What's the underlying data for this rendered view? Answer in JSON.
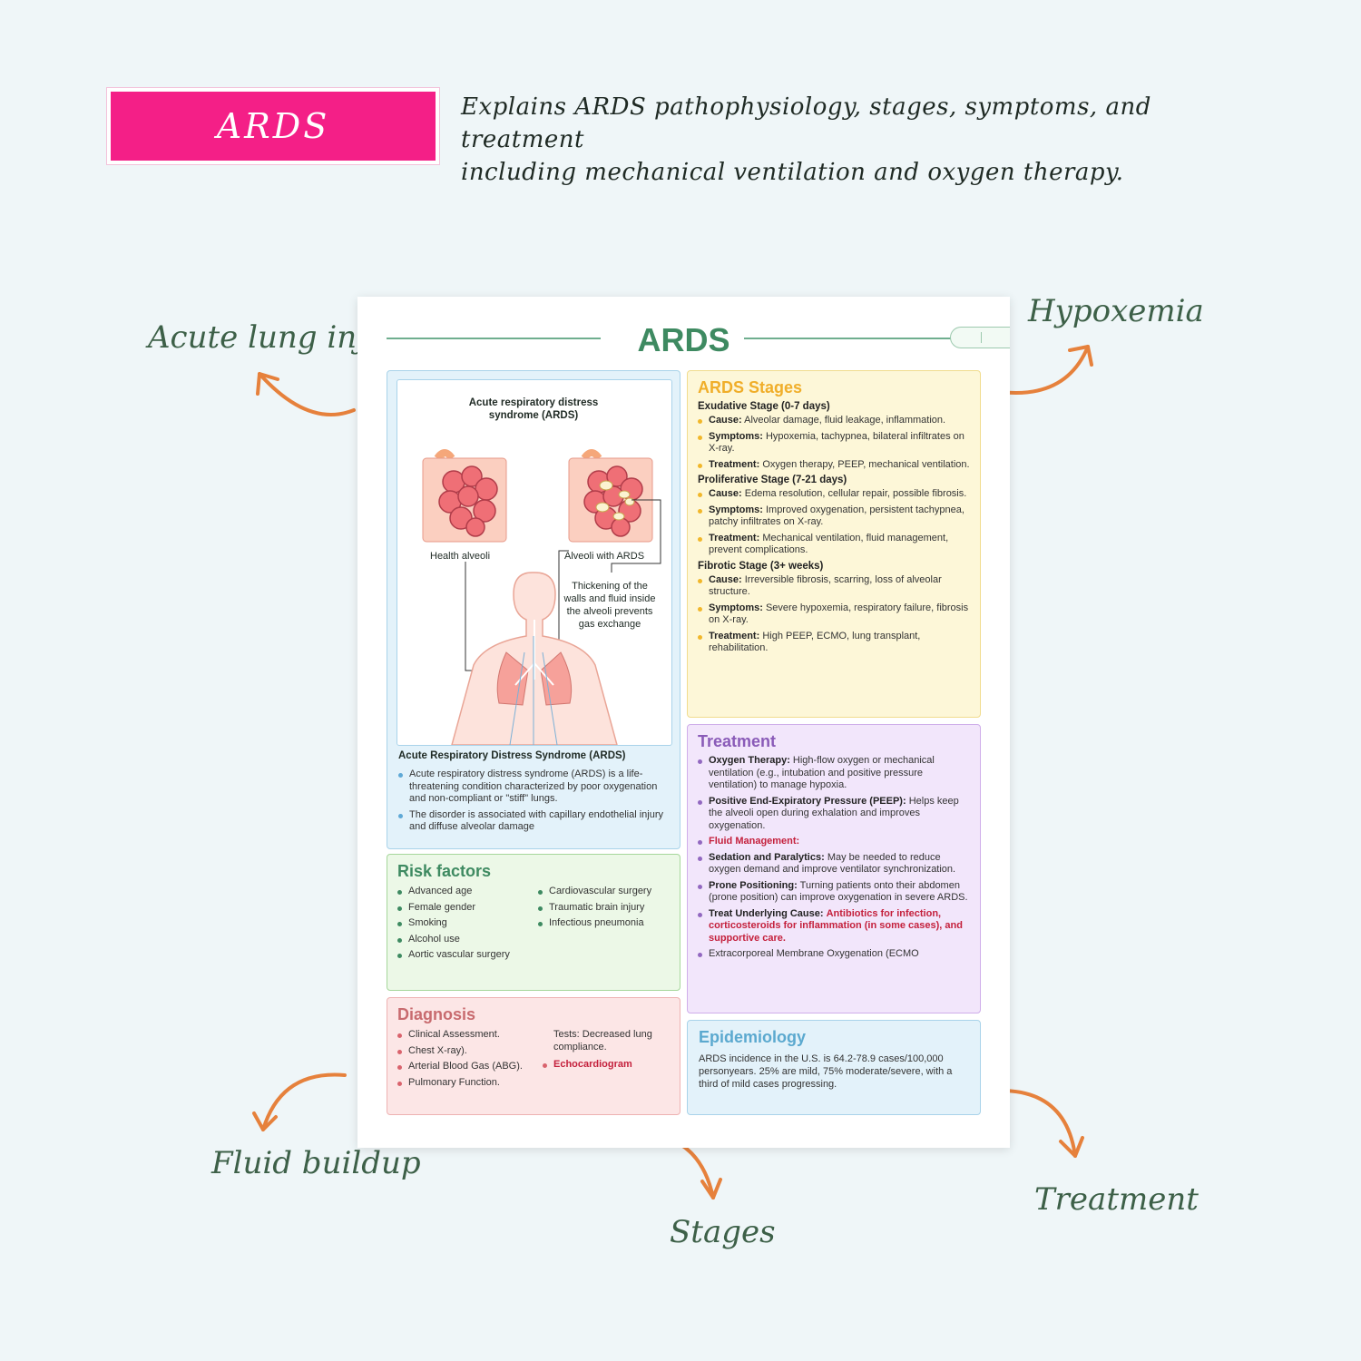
{
  "tag": {
    "label": "ARDS",
    "color": "#f41f87"
  },
  "intro": {
    "line1": "Explains ARDS pathophysiology, stages, symptoms, and treatment",
    "line2": "including mechanical ventilation and oxygen therapy."
  },
  "callouts": {
    "acute": "Acute lung injury",
    "hypoxemia": "Hypoxemia",
    "fluid": "Fluid buildup",
    "stages": "Stages",
    "treatment": "Treatment"
  },
  "colors": {
    "accent_orange": "#e6813c",
    "handwriting_green": "#3d6048",
    "title_green": "#3e8a61"
  },
  "sheet": {
    "title": "ARDS",
    "illustration": {
      "heading": "Acute respiratory distress syndrome (ARDS)",
      "healthy_label": "Health alveoli",
      "ards_label": "Alveoli with ARDS",
      "note": "Thickening of the walls and fluid inside the alveoli prevents gas exchange"
    },
    "overview": {
      "title": "Acute Respiratory Distress Syndrome (ARDS)",
      "items": [
        "Acute respiratory distress syndrome (ARDS) is a life-threatening condition characterized by poor oxygenation and non-compliant or \"stiff\" lungs.",
        "The disorder is associated with capillary endothelial injury and diffuse alveolar damage"
      ]
    },
    "risk": {
      "title": "Risk factors",
      "col1": [
        "Advanced age",
        "Female gender",
        "Smoking",
        "Alcohol use",
        "Aortic vascular surgery"
      ],
      "col2": [
        "Cardiovascular surgery",
        "Traumatic brain injury",
        "Infectious pneumonia"
      ]
    },
    "diagnosis": {
      "title": "Diagnosis",
      "col1": [
        "Clinical Assessment.",
        "Chest X-ray).",
        "Arterial Blood Gas (ABG).",
        "Pulmonary Function."
      ],
      "col2_text": "Tests: Decreased lung compliance.",
      "col2_item": "Echocardiogram"
    },
    "stages": {
      "title": "ARDS Stages",
      "exudative": {
        "title": "Exudative Stage (0-7 days)",
        "cause_l": "Cause:",
        "cause": "Alveolar damage, fluid leakage, inflammation.",
        "sym_l": "Symptoms:",
        "sym": "Hypoxemia, tachypnea, bilateral infiltrates on X-ray.",
        "tx_l": "Treatment:",
        "tx": "Oxygen therapy, PEEP, mechanical ventilation."
      },
      "proliferative": {
        "title": "Proliferative Stage (7-21 days)",
        "cause_l": "Cause:",
        "cause": "Edema resolution, cellular repair, possible fibrosis.",
        "sym_l": "Symptoms:",
        "sym": "Improved oxygenation, persistent tachypnea, patchy infiltrates on X-ray.",
        "tx_l": "Treatment:",
        "tx": "Mechanical ventilation, fluid management, prevent complications."
      },
      "fibrotic": {
        "title": "Fibrotic Stage (3+ weeks)",
        "cause_l": "Cause:",
        "cause": "Irreversible fibrosis, scarring, loss of alveolar structure.",
        "sym_l": "Symptoms:",
        "sym": "Severe hypoxemia, respiratory failure, fibrosis on X-ray.",
        "tx_l": "Treatment:",
        "tx": "High PEEP, ECMO, lung transplant, rehabilitation."
      }
    },
    "treatment": {
      "title": "Treatment",
      "oxy_l": "Oxygen Therapy:",
      "oxy": "High-flow oxygen or mechanical ventilation (e.g., intubation and positive pressure ventilation) to manage hypoxia.",
      "peep_l": "Positive End-Expiratory Pressure (PEEP):",
      "peep": "Helps keep the alveoli open during exhalation and improves oxygenation.",
      "fluid_l": "Fluid Management:",
      "sed_l": "Sedation and Paralytics:",
      "sed": "May be needed to reduce oxygen demand and improve ventilator synchronization.",
      "prone_l": "Prone Positioning:",
      "prone": "Turning patients onto their abdomen (prone position) can improve oxygenation in severe ARDS.",
      "cause_l": "Treat Underlying Cause:",
      "cause": "Antibiotics for infection, corticosteroids for inflammation (in some cases), and supportive care.",
      "ecmo": "Extracorporeal Membrane Oxygenation (ECMO"
    },
    "epidemiology": {
      "title": "Epidemiology",
      "text": "ARDS incidence in the U.S. is 64.2-78.9 cases/100,000 personyears. 25% are mild, 75% moderate/severe, with a third of mild cases progressing."
    }
  }
}
